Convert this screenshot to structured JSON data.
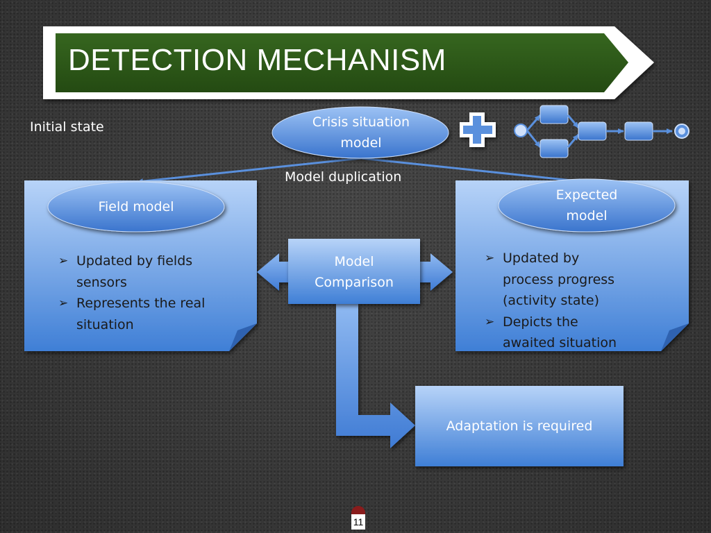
{
  "slide": {
    "title": "DETECTION MECHANISM",
    "page_number": "11"
  },
  "diagram": {
    "initial_state": "Initial state",
    "crisis_model": [
      "Crisis situation",
      "model"
    ],
    "model_duplication": "Model duplication",
    "field_model": {
      "title": "Field model",
      "bullets": [
        [
          "Updated by fields",
          "sensors"
        ],
        [
          "Represents the real",
          "situation"
        ]
      ]
    },
    "expected_model": {
      "title": [
        "Expected",
        "model"
      ],
      "bullets": [
        [
          "Updated by",
          "process progress",
          "(activity state)"
        ],
        [
          "Depicts the",
          "awaited situation"
        ]
      ]
    },
    "comparison": [
      "Model",
      "Comparison"
    ],
    "adaptation": "Adaptation is required",
    "bullet_glyph": "➢"
  },
  "colors": {
    "title_banner": "#2f5a1a",
    "box_blue_light": "#a6c8f5",
    "box_blue_dark": "#4a86d8",
    "arrow_blue": "#5a90dd"
  }
}
